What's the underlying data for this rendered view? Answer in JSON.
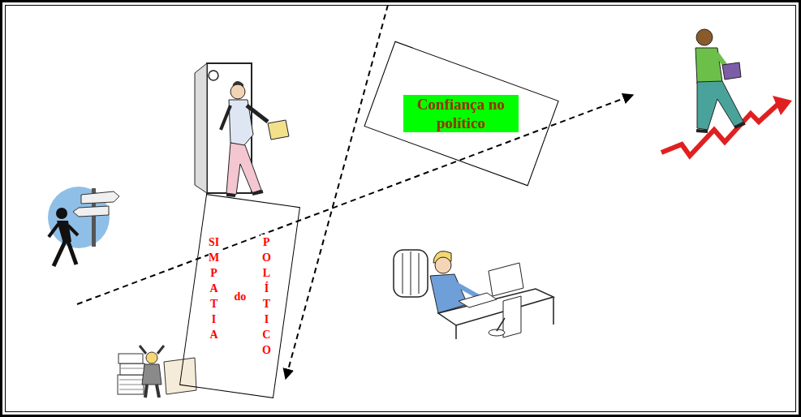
{
  "diagram": {
    "nodes": [
      {
        "text": [
          "Confiança no político"
        ]
      },
      {
        "text": [
          "SIMPATIA",
          "do",
          "POLÍTICO"
        ]
      }
    ]
  }
}
